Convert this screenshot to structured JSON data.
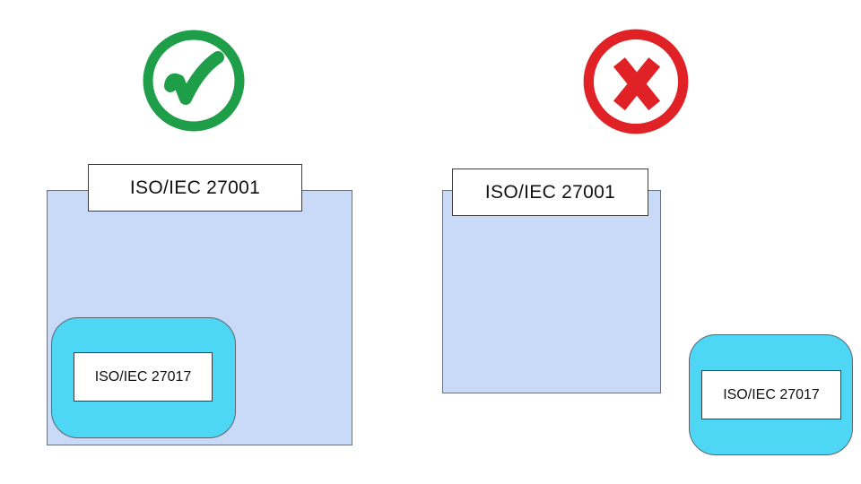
{
  "diagram": {
    "description": "Comparison of correct vs incorrect relationship between ISO/IEC 27001 and ISO/IEC 27017",
    "left_panel": {
      "status_icon": "check-circle",
      "outer_label": "ISO/IEC 27001",
      "inner_label": "ISO/IEC 27017",
      "relationship": "inner box nested inside outer container"
    },
    "right_panel": {
      "status_icon": "cross-circle",
      "outer_label": "ISO/IEC 27001",
      "inner_label": "ISO/IEC 27017",
      "relationship": "inner box separated outside outer container"
    },
    "colors": {
      "container_fill": "#c9daf8",
      "container_border": "#6b7280",
      "inner_box_fill": "#4dd7f5",
      "inner_box_border": "#5f6570",
      "label_fill": "#ffffff",
      "label_border": "#3d3d3d",
      "check_green": "#1e9e48",
      "cross_red": "#e02227",
      "background": "#ffffff"
    }
  }
}
